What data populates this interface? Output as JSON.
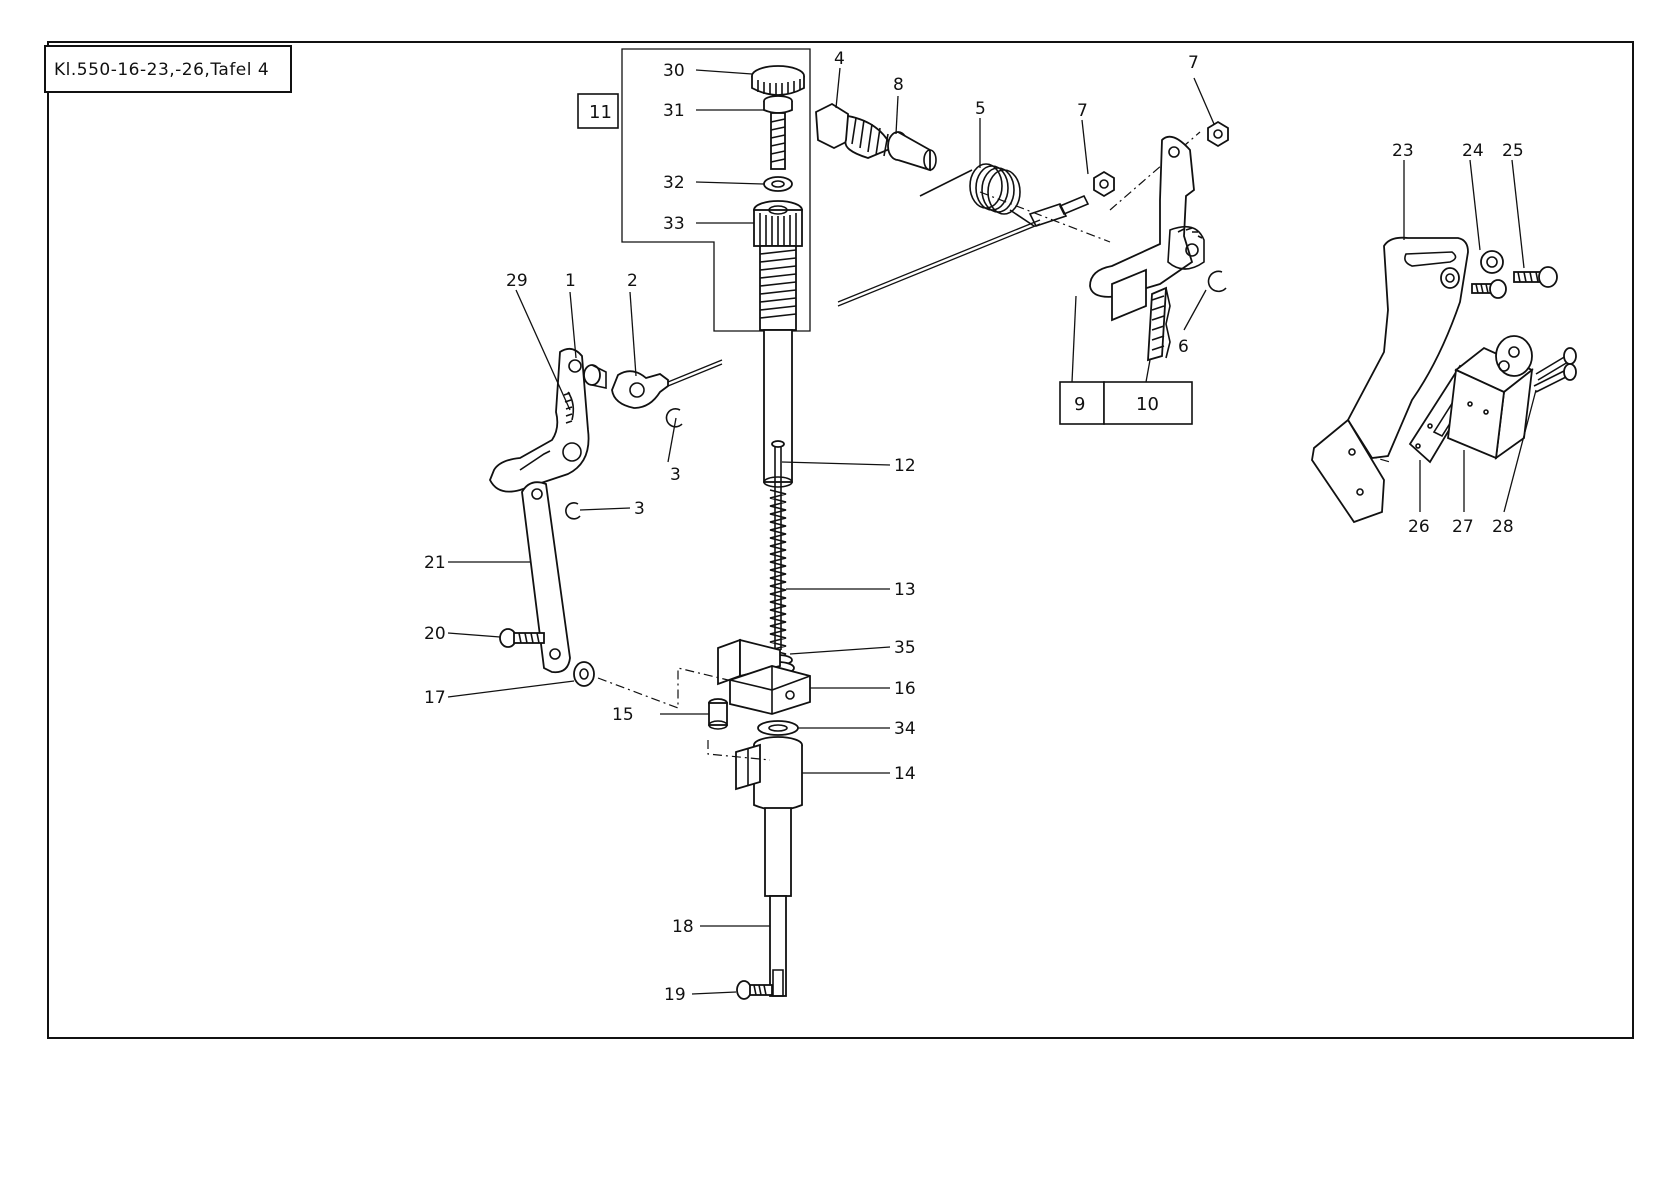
{
  "title": "Kl.550-16-23,-26,Tafel 4",
  "callouts": {
    "p1": "1",
    "p2": "2",
    "p3a": "3",
    "p3b": "3",
    "p4": "4",
    "p5": "5",
    "p6": "6",
    "p7a": "7",
    "p7b": "7",
    "p8": "8",
    "p9": "9",
    "p10": "10",
    "p11": "11",
    "p12": "12",
    "p13": "13",
    "p14": "14",
    "p15": "15",
    "p16": "16",
    "p17": "17",
    "p18": "18",
    "p19": "19",
    "p20": "20",
    "p21": "21",
    "p23": "23",
    "p24": "24",
    "p25": "25",
    "p26": "26",
    "p27": "27",
    "p28": "28",
    "p29": "29",
    "p30": "30",
    "p31": "31",
    "p32": "32",
    "p33": "33",
    "p34": "34",
    "p35": "35"
  }
}
